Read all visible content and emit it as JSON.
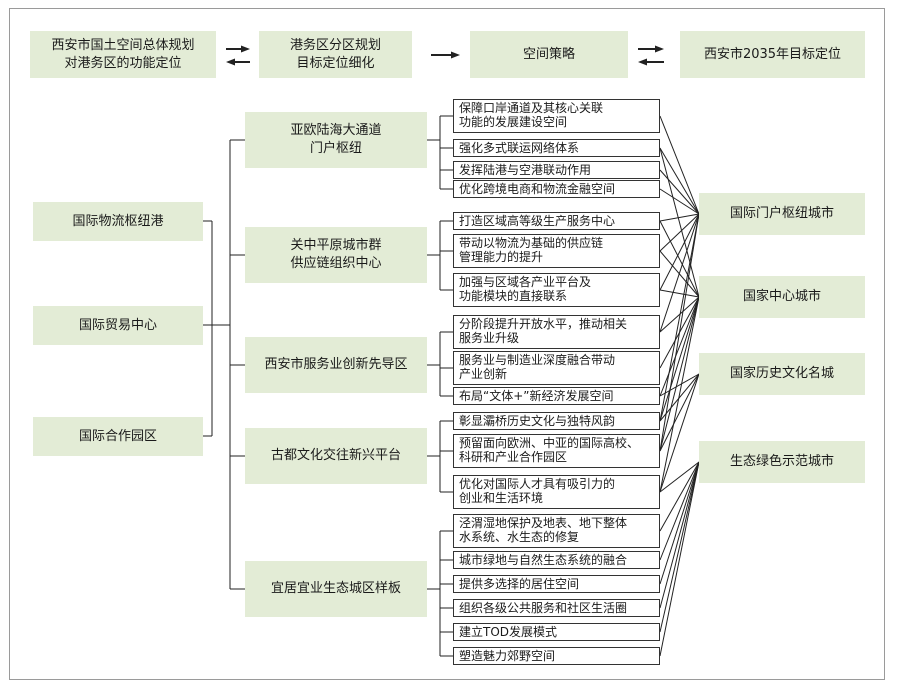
{
  "colors": {
    "box_fill": "#e3ecd6",
    "line": "#222222"
  },
  "top_flow": [
    {
      "label": "西安市国土空间总体规划\n对港务区的功能定位"
    },
    {
      "label": "港务区分区规划\n目标定位细化"
    },
    {
      "label": "空间策略"
    },
    {
      "label": "西安市2035年目标定位"
    }
  ],
  "positioning": [
    "国际物流枢纽港",
    "国际贸易中心",
    "国际合作园区"
  ],
  "themes": [
    {
      "label": "亚欧陆海大通道\n门户枢纽"
    },
    {
      "label": "关中平原城市群\n供应链组织中心"
    },
    {
      "label": "西安市服务业创新先导区"
    },
    {
      "label": "古都文化交往新兴平台"
    },
    {
      "label": "宜居宜业生态城区样板"
    }
  ],
  "strategies": [
    "保障口岸通道及其核心关联\n功能的发展建设空间",
    "强化多式联运网络体系",
    "发挥陆港与空港联动作用",
    "优化跨境电商和物流金融空间",
    "打造区域高等级生产服务中心",
    "带动以物流为基础的供应链\n管理能力的提升",
    "加强与区域各产业平台及\n功能模块的直接联系",
    "分阶段提升开放水平，推动相关\n服务业升级",
    "服务业与制造业深度融合带动\n产业创新",
    "布局“文体+”新经济发展空间",
    "彰显灞桥历史文化与独特风韵",
    "预留面向欧洲、中亚的国际高校、\n科研和产业合作园区",
    "优化对国际人才具有吸引力的\n创业和生活环境",
    "泾渭湿地保护及地表、地下整体\n水系统、水生态的修复",
    "城市绿地与自然生态系统的融合",
    "提供多选择的居住空间",
    "组织各级公共服务和社区生活圈",
    "建立TOD发展模式",
    "塑造魅力郊野空间"
  ],
  "targets": [
    "国际门户枢纽城市",
    "国家中心城市",
    "国家历史文化名城",
    "生态绿色示范城市"
  ]
}
